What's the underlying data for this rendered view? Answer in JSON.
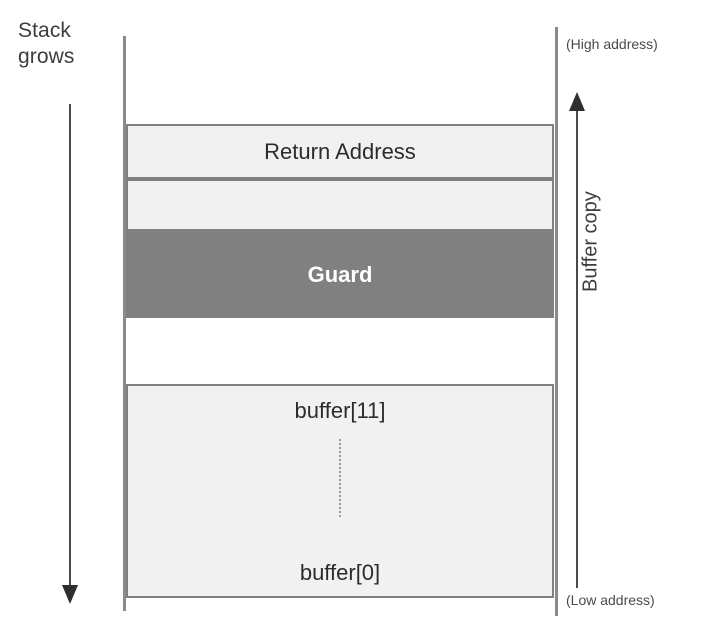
{
  "diagram": {
    "title_text": "Stack grows",
    "left_arrow": {
      "name": "stack-grows-arrow",
      "direction": "down"
    },
    "right_arrow": {
      "name": "buffer-copy-arrow",
      "direction": "up",
      "label": "Buffer copy"
    },
    "addresses": {
      "high": "(High address)",
      "low": "(Low address)"
    },
    "blocks": [
      {
        "id": "return-address",
        "label": "Return Address",
        "fill": "#f1f1f1"
      },
      {
        "id": "padding",
        "label": "",
        "fill": "#f1f1f1"
      },
      {
        "id": "guard",
        "label": "Guard",
        "fill": "#808080"
      },
      {
        "id": "buffer",
        "label_top": "buffer[11]",
        "label_bottom": "buffer[0]",
        "fill": "#f1f1f1"
      }
    ],
    "colors": {
      "guard_fill": "#808080",
      "block_fill": "#f1f1f1",
      "block_border": "#808080",
      "rail": "#8a8a8a",
      "arrow": "#2f2f2f",
      "text": "#2c2c2c",
      "guard_text": "#ffffff"
    }
  }
}
